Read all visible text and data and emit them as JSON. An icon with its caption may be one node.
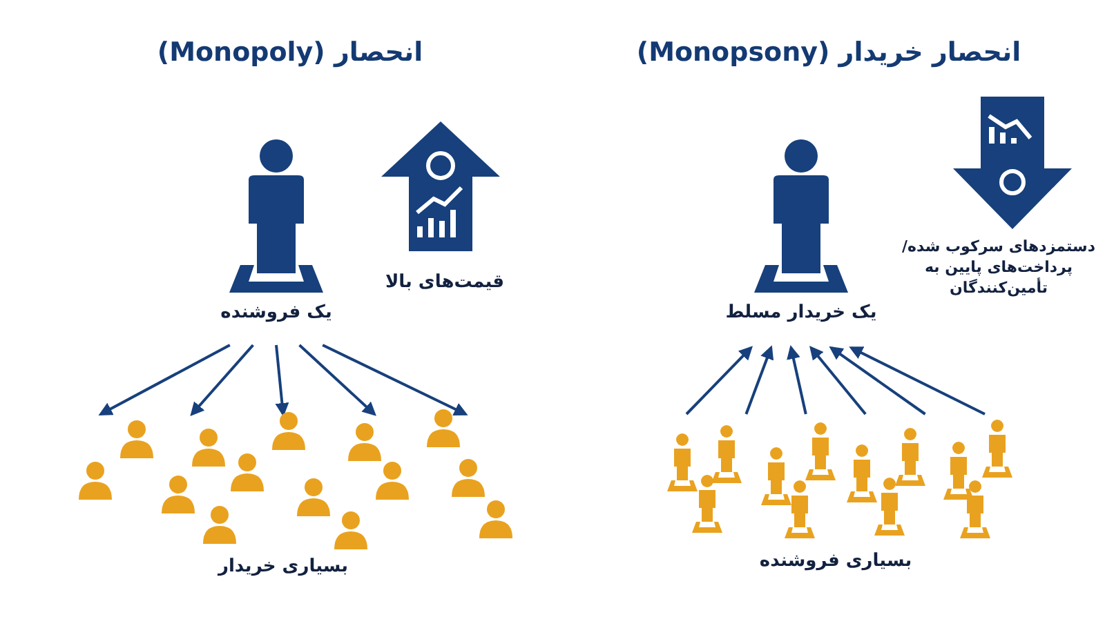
{
  "diagram": {
    "nodes": [
      {
        "text": [
          "یک فروشنده"
        ]
      },
      {
        "text": [
          "بسیاری خریدار"
        ]
      },
      {
        "text": [
          "یک خریدار مسلط"
        ]
      },
      {
        "text": [
          "بسیاری فروشنده"
        ]
      }
    ],
    "edges": [
      {
        "from": 0,
        "to": 1,
        "arrow": "to"
      },
      {
        "from": 0,
        "to": 1,
        "arrow": "to"
      },
      {
        "from": 0,
        "to": 1,
        "arrow": "to"
      },
      {
        "from": 0,
        "to": 1,
        "arrow": "to"
      },
      {
        "from": 0,
        "to": 1,
        "arrow": "to"
      },
      {
        "from": 3,
        "to": 2,
        "arrow": "to"
      },
      {
        "from": 3,
        "to": 2,
        "arrow": "to"
      },
      {
        "from": 3,
        "to": 2,
        "arrow": "to"
      },
      {
        "from": 3,
        "to": 2,
        "arrow": "to"
      },
      {
        "from": 3,
        "to": 2,
        "arrow": "to"
      },
      {
        "from": 3,
        "to": 2,
        "arrow": "to"
      }
    ],
    "labels": [
      "انحصار (Monopoly)",
      "انحصار خریدار (Monopsony)",
      "قیمت‌های بالا",
      "دستمزدهای سرکوب شده/ پرداخت‌های پایین به تأمین‌کنندگان"
    ]
  }
}
